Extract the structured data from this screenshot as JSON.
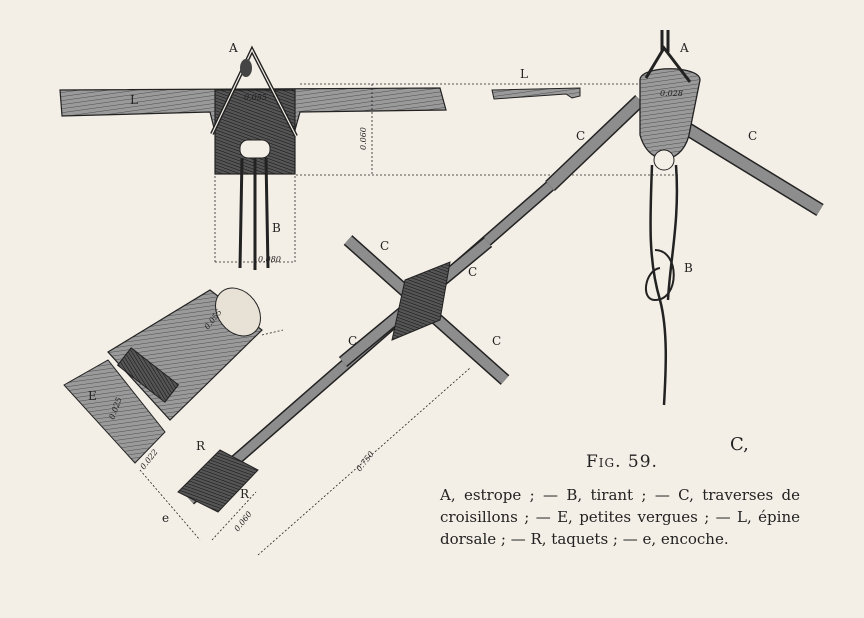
{
  "figure": {
    "title": "Fig. 59.",
    "stray_label": "C,",
    "caption": "A, estrope ; — B, tirant ; — C, traverses de croisillons ; — E, petites vergues ; — L, épine dorsale ; — R, taquets ; — e, encoche."
  },
  "labels": {
    "A": "A",
    "B": "B",
    "C": "C",
    "E": "E",
    "L": "L",
    "R": "R",
    "e": "e"
  },
  "dimensions": {
    "d055": "0.055",
    "d060": "0.060",
    "d080": "0.080",
    "d028": "0.028",
    "d022": "0.022",
    "d750": "0.750",
    "d_e": "0.025"
  },
  "colors": {
    "ink": "#222222",
    "paper": "#f4efe6",
    "wood": "#8d8d8d",
    "dark": "#333333"
  }
}
